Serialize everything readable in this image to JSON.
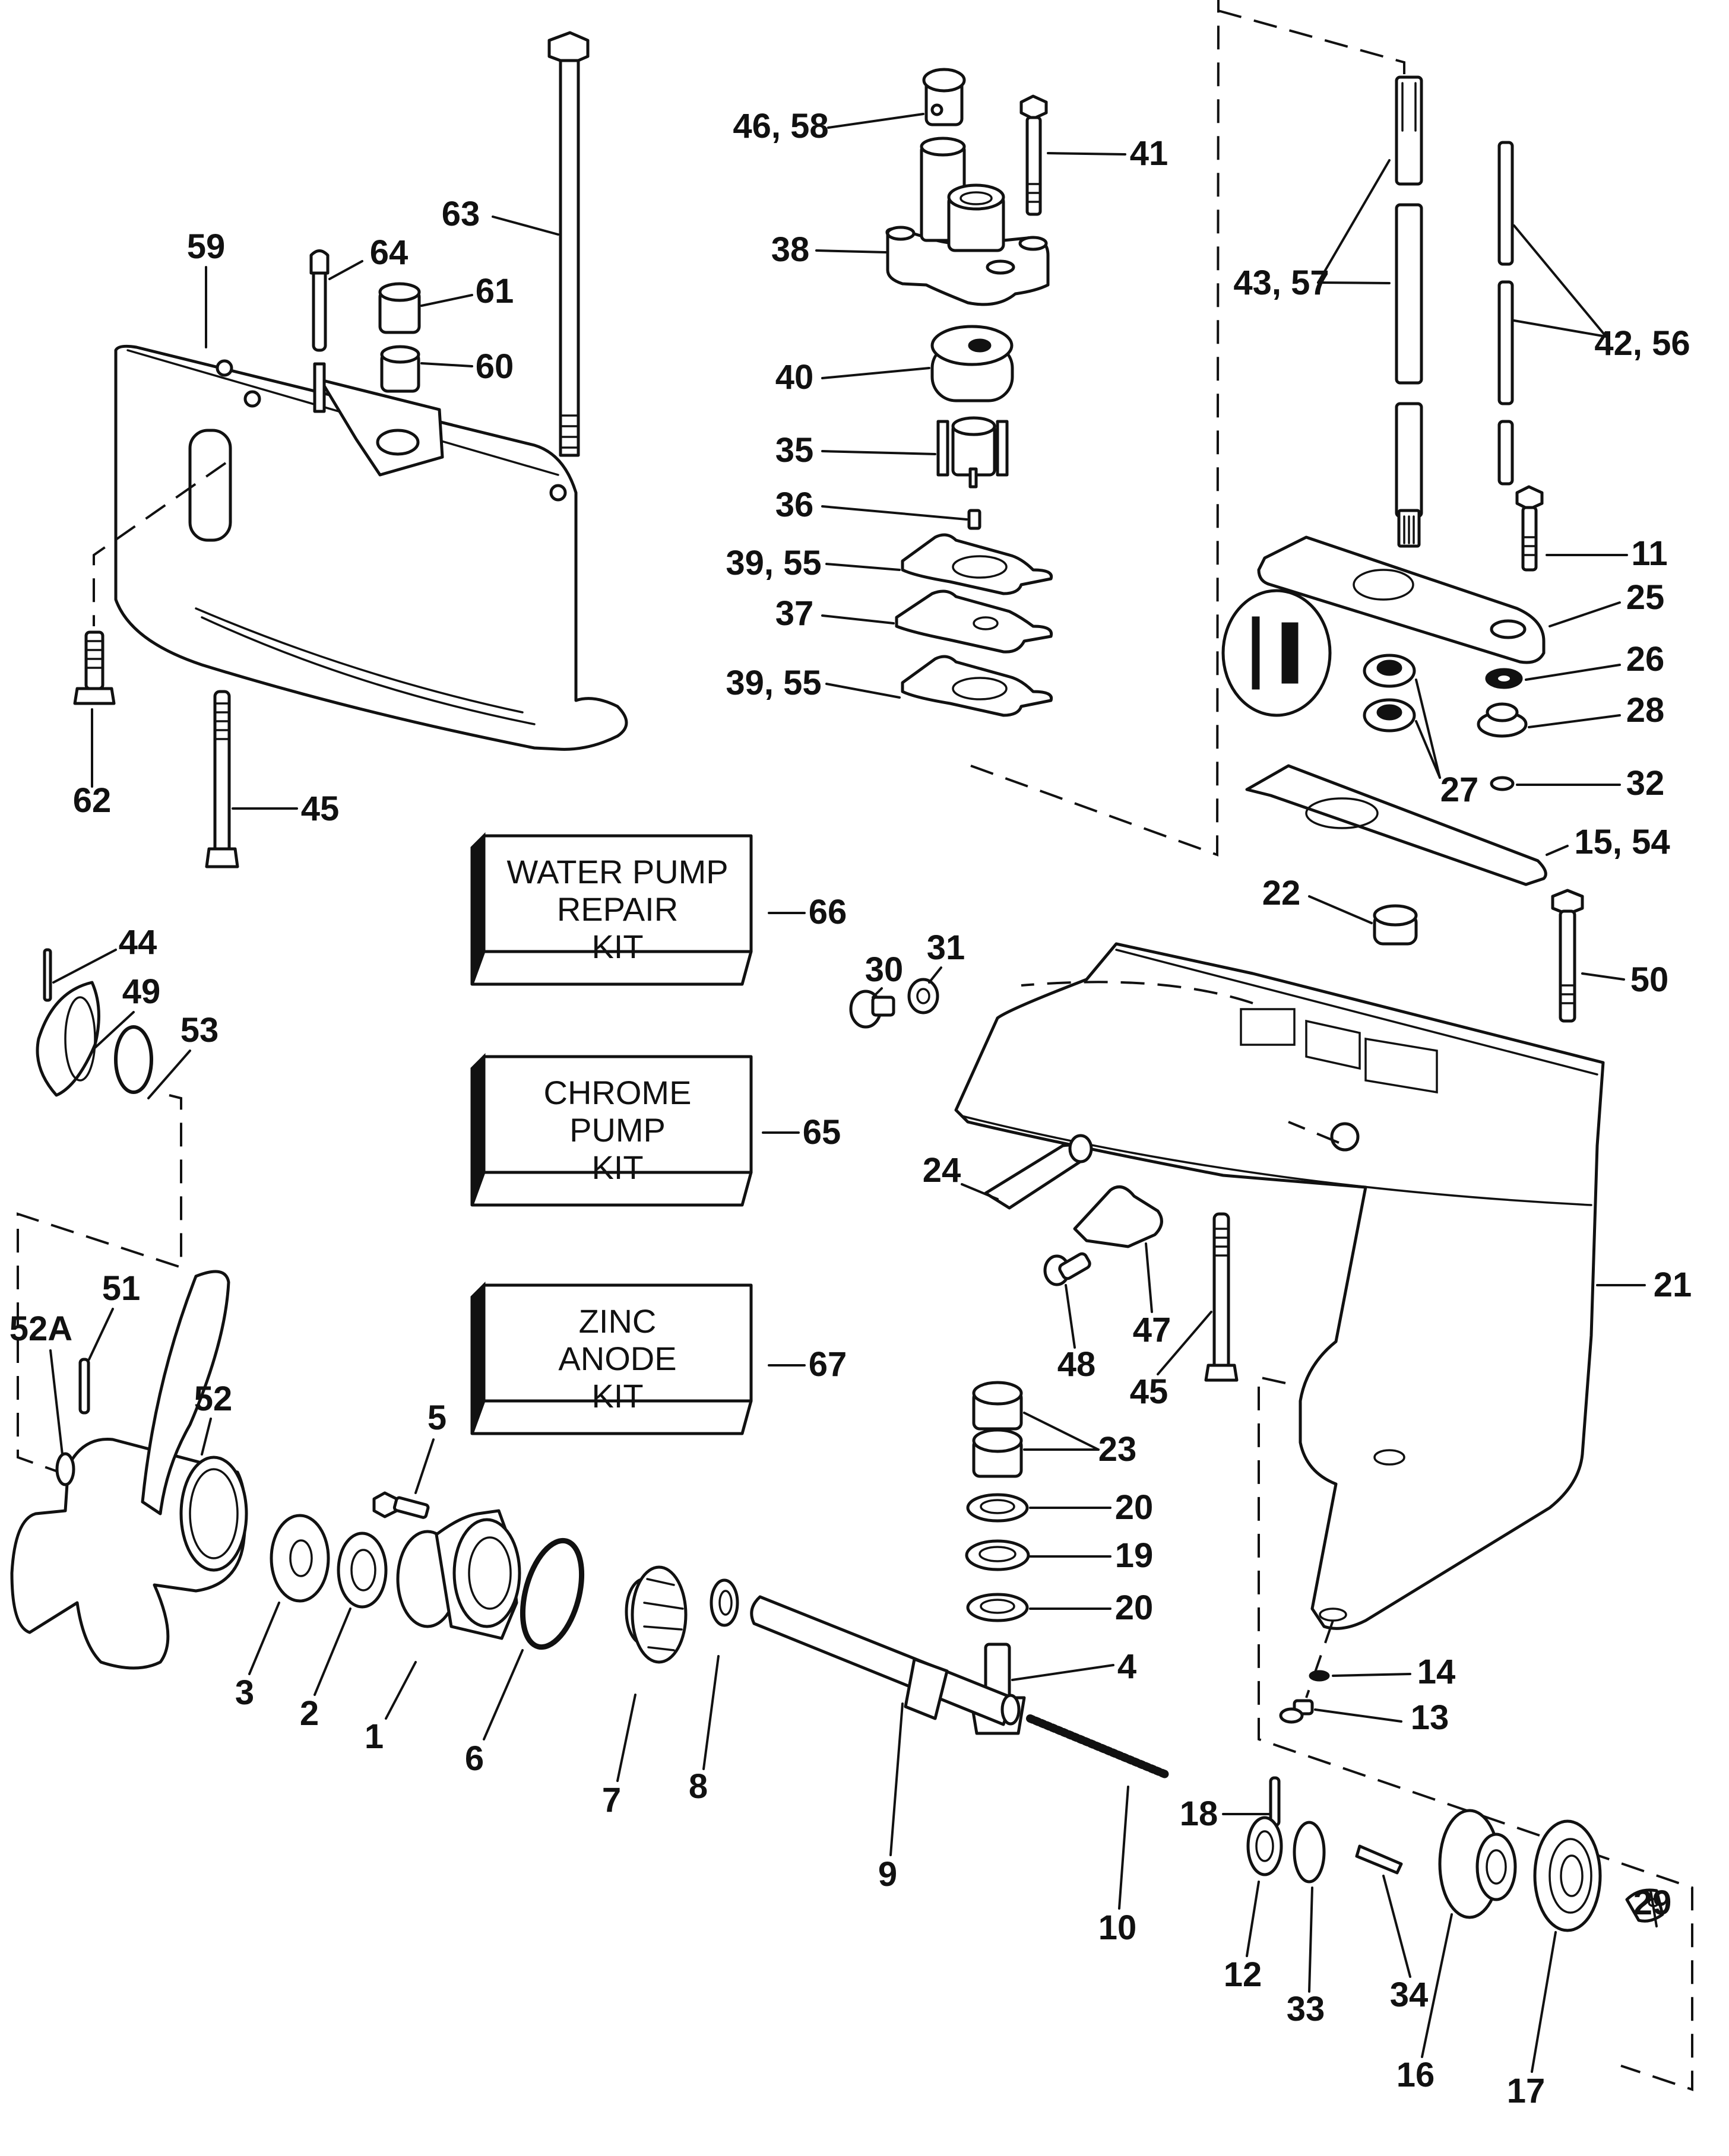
{
  "diagram": {
    "title": "Gearcase exploded parts diagram",
    "kits": [
      {
        "id": "water-pump-repair-kit",
        "callout": "66",
        "lines": [
          "WATER PUMP",
          "REPAIR",
          "KIT"
        ]
      },
      {
        "id": "chrome-pump-kit",
        "callout": "65",
        "lines": [
          "CHROME",
          "PUMP",
          "KIT"
        ]
      },
      {
        "id": "zinc-anode-kit",
        "callout": "67",
        "lines": [
          "ZINC",
          "ANODE",
          "KIT"
        ]
      }
    ],
    "callouts": [
      {
        "id": "c63",
        "text": "63"
      },
      {
        "id": "c59",
        "text": "59"
      },
      {
        "id": "c64",
        "text": "64"
      },
      {
        "id": "c61",
        "text": "61"
      },
      {
        "id": "c60",
        "text": "60"
      },
      {
        "id": "c62",
        "text": "62"
      },
      {
        "id": "c45a",
        "text": "45"
      },
      {
        "id": "c4658",
        "text": "46, 58"
      },
      {
        "id": "c41",
        "text": "41"
      },
      {
        "id": "c38",
        "text": "38"
      },
      {
        "id": "c40",
        "text": "40"
      },
      {
        "id": "c35",
        "text": "35"
      },
      {
        "id": "c36",
        "text": "36"
      },
      {
        "id": "c3955a",
        "text": "39, 55"
      },
      {
        "id": "c37",
        "text": "37"
      },
      {
        "id": "c3955b",
        "text": "39, 55"
      },
      {
        "id": "c4357",
        "text": "43, 57"
      },
      {
        "id": "c4256",
        "text": "42, 56"
      },
      {
        "id": "c11",
        "text": "11"
      },
      {
        "id": "c25",
        "text": "25"
      },
      {
        "id": "c26",
        "text": "26"
      },
      {
        "id": "c28",
        "text": "28"
      },
      {
        "id": "c27",
        "text": "27"
      },
      {
        "id": "c32",
        "text": "32"
      },
      {
        "id": "c1554",
        "text": "15, 54"
      },
      {
        "id": "c22",
        "text": "22"
      },
      {
        "id": "c50",
        "text": "50"
      },
      {
        "id": "c66",
        "text": "66"
      },
      {
        "id": "c65",
        "text": "65"
      },
      {
        "id": "c67",
        "text": "67"
      },
      {
        "id": "c44",
        "text": "44"
      },
      {
        "id": "c49",
        "text": "49"
      },
      {
        "id": "c53",
        "text": "53"
      },
      {
        "id": "c30",
        "text": "30"
      },
      {
        "id": "c31",
        "text": "31"
      },
      {
        "id": "c24",
        "text": "24"
      },
      {
        "id": "c47",
        "text": "47"
      },
      {
        "id": "c48",
        "text": "48"
      },
      {
        "id": "c45b",
        "text": "45"
      },
      {
        "id": "c21",
        "text": "21"
      },
      {
        "id": "c23",
        "text": "23"
      },
      {
        "id": "c20a",
        "text": "20"
      },
      {
        "id": "c19",
        "text": "19"
      },
      {
        "id": "c20b",
        "text": "20"
      },
      {
        "id": "c4",
        "text": "4"
      },
      {
        "id": "c14",
        "text": "14"
      },
      {
        "id": "c13",
        "text": "13"
      },
      {
        "id": "c51",
        "text": "51"
      },
      {
        "id": "c52A",
        "text": "52A"
      },
      {
        "id": "c52",
        "text": "52"
      },
      {
        "id": "c5",
        "text": "5"
      },
      {
        "id": "c3",
        "text": "3"
      },
      {
        "id": "c2",
        "text": "2"
      },
      {
        "id": "c1",
        "text": "1"
      },
      {
        "id": "c6",
        "text": "6"
      },
      {
        "id": "c7",
        "text": "7"
      },
      {
        "id": "c8",
        "text": "8"
      },
      {
        "id": "c9",
        "text": "9"
      },
      {
        "id": "c18",
        "text": "18"
      },
      {
        "id": "c10",
        "text": "10"
      },
      {
        "id": "c12",
        "text": "12"
      },
      {
        "id": "c33",
        "text": "33"
      },
      {
        "id": "c34",
        "text": "34"
      },
      {
        "id": "c29",
        "text": "29"
      },
      {
        "id": "c16",
        "text": "16"
      },
      {
        "id": "c17",
        "text": "17"
      }
    ]
  }
}
